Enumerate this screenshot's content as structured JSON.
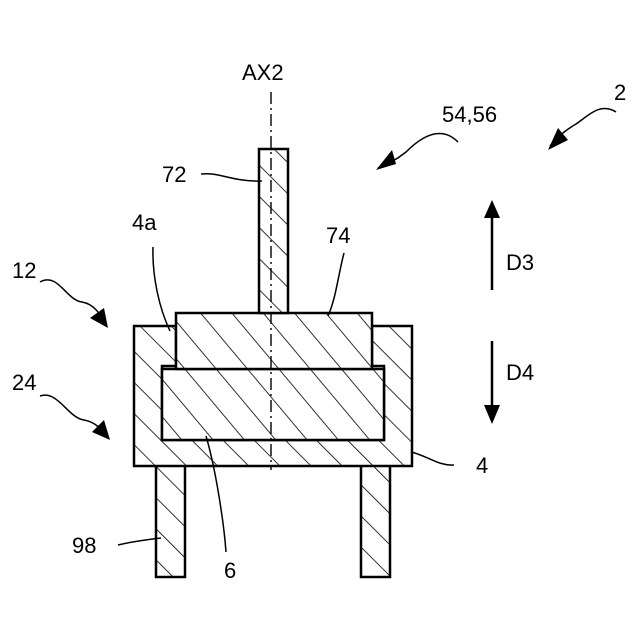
{
  "labels": {
    "axis": "AX2",
    "assembly": "2",
    "group": "54,56",
    "pin_top": "72",
    "element_top": "74",
    "case_step": "4a",
    "module": "12",
    "base_assembly": "24",
    "direction_up": "D3",
    "direction_down": "D4",
    "case": "4",
    "inner_element": "6",
    "leg": "98"
  },
  "icons": {
    "up_arrow": "arrow-up-icon",
    "down_arrow": "arrow-down-icon"
  },
  "colors": {
    "ink": "#000000",
    "background": "#ffffff"
  }
}
